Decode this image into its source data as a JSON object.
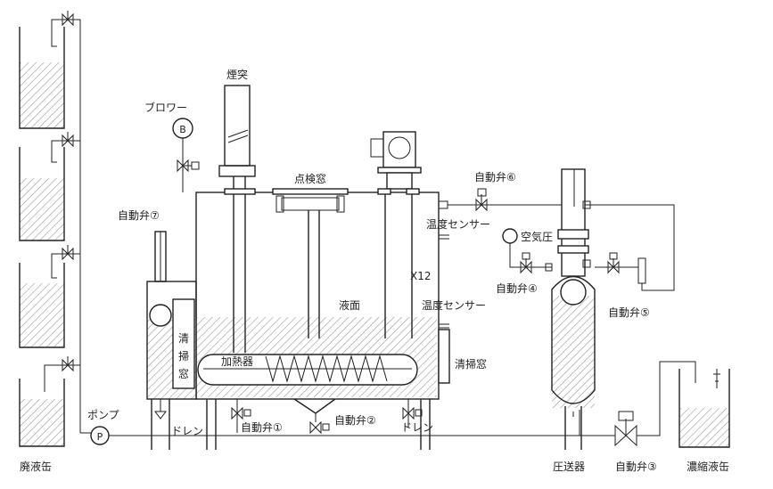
{
  "labels": {
    "chimney": "煙突",
    "blower": "ブロワー",
    "blower_letter": "B",
    "inspection_window": "点検窓",
    "valve6": "自動弁⑥",
    "valve7": "自動弁⑦",
    "temp_sensor_top": "温度センサー",
    "air_pressure": "空気圧",
    "x12": "X12",
    "valve4": "自動弁④",
    "liquid_level": "液面",
    "temp_sensor_mid": "温度センサー",
    "valve5": "自動弁⑤",
    "cleaning_window_left_1": "清",
    "cleaning_window_left_2": "掃",
    "cleaning_window_left_3": "窓",
    "heater": "加熱器",
    "cleaning_window_right": "清掃窓",
    "pump": "ポンプ",
    "pump_letter": "P",
    "drain_left": "ドレン",
    "valve1": "自動弁①",
    "valve2": "自動弁②",
    "drain_right": "ドレン",
    "waste_tank": "廃液缶",
    "pressure_vessel": "圧送器",
    "valve3": "自動弁③",
    "concentrate_tank": "濃縮液缶"
  },
  "colors": {
    "line": "#222222",
    "hatch": "#999999",
    "background": "#ffffff"
  }
}
